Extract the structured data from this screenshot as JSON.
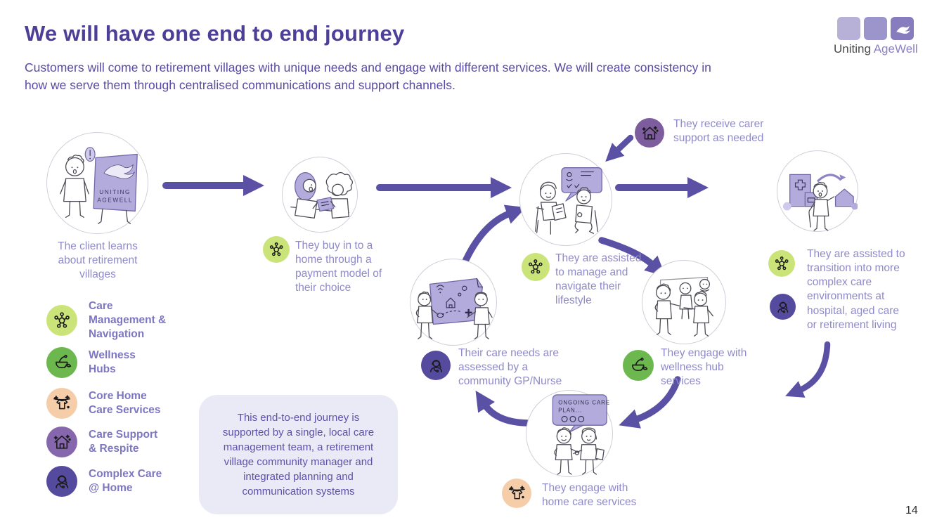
{
  "page_number": "14",
  "header": {
    "title": "We will have one end to end journey",
    "subtitle": "Customers will come to retirement villages with unique needs and engage with different services. We will create consistency in\nhow we serve them through centralised communications and support channels.",
    "logo": {
      "word1": "Uniting",
      "word2": "AgeWell"
    }
  },
  "captions": {
    "step1": "The client learns\nabout retirement\nvillages",
    "step2": "They buy in to a\nhome through a\npayment model of\ntheir choice",
    "carer": "They receive carer\nsupport as needed",
    "manage": "They are assisted\nto manage and\nnavigate their\nlifestyle",
    "transition": "They are assisted to\ntransition into more\ncomplex care\nenvironments at\nhospital, aged care\nor retirement living",
    "assessed": "Their care needs are\nassessed by a\ncommunity GP/Nurse",
    "wellness": "They engage with\nwellness hub\nservices",
    "homecare": "They engage with\nhome care services"
  },
  "illustrations": {
    "sign_line1": "UNITING",
    "sign_line2": "AGEWELL",
    "plan_line1": "ONGOING CARE",
    "plan_line2": "PLAN..."
  },
  "legend": {
    "items": [
      {
        "label": "Care\nManagement &\nNavigation",
        "icon": "network-icon",
        "color": "#cbe47a"
      },
      {
        "label": "Wellness\nHubs",
        "icon": "mortar-pestle-icon",
        "color": "#6cb84e"
      },
      {
        "label": "Core Home\nCare Services",
        "icon": "shirt-clothesline-icon",
        "color": "#f6cda9"
      },
      {
        "label": "Care Support\n& Respite",
        "icon": "house-icon",
        "color": "#8667ad"
      },
      {
        "label": "Complex Care\n@ Home",
        "icon": "nurse-icon",
        "color": "#544a9e"
      }
    ]
  },
  "note_box": {
    "text": "This end-to-end journey is\nsupported by a single, local care\nmanagement team, a retirement\nvillage community manager and\nintegrated planning and\ncommunication systems"
  },
  "palette": {
    "title": "#4d3e98",
    "subtitle": "#5a4ba2",
    "caption": "#8f8aca",
    "legend_label": "#7d76c2",
    "arrow": "#5b51a4",
    "note_bg": "#eae9f6",
    "note_text": "#5d52a9",
    "illustration_purple": "#b2abdb",
    "logo_squares": [
      "#b7b1d8",
      "#9c95cb",
      "#867cbe"
    ]
  }
}
